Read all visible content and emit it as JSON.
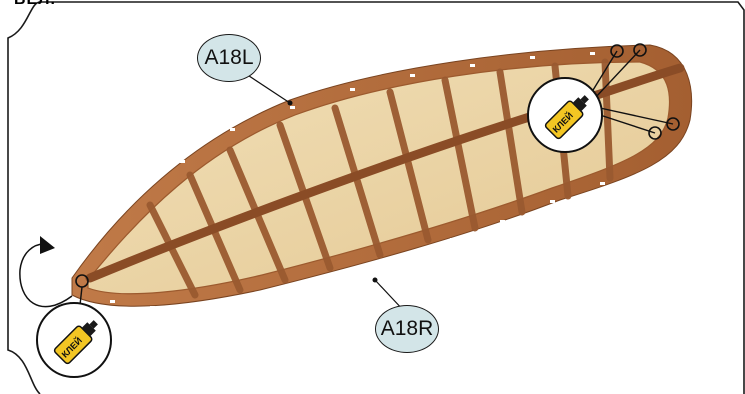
{
  "step": {
    "label": "ВЕЛ."
  },
  "callouts": {
    "left_part": "A18L",
    "right_part": "A18R"
  },
  "glue": {
    "label": "КЛЕЙ",
    "count": 2,
    "tube_color": "#f3c623",
    "cap_color": "#1a1a1a"
  },
  "colors": {
    "callout_fill": "#d3e5e8",
    "frame": "#1a1a1a",
    "wood_light": "#e9d3a4",
    "wood_dark": "#b06a3a"
  }
}
